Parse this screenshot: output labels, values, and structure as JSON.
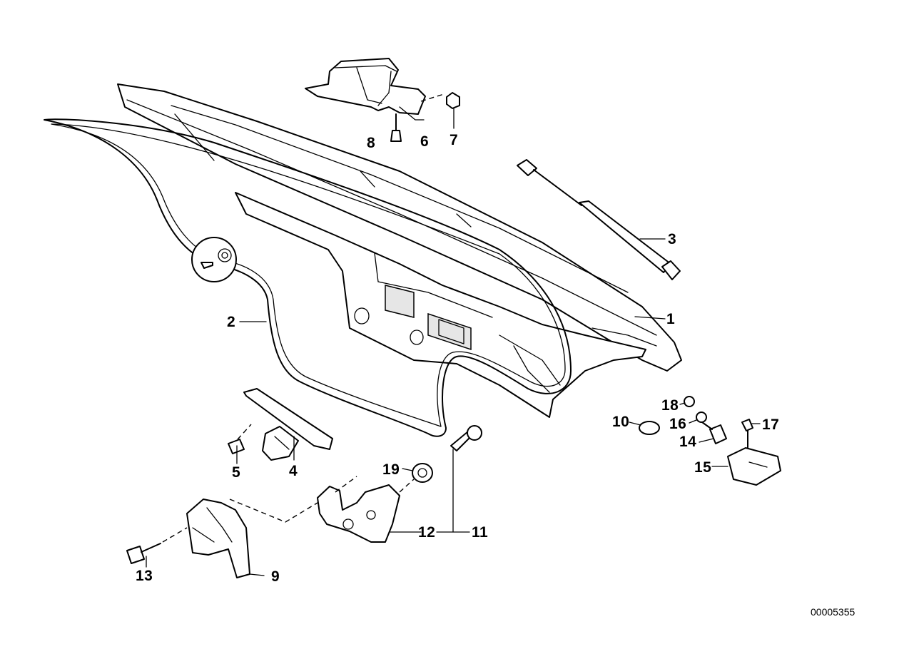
{
  "diagram": {
    "callouts": [
      {
        "id": "c1",
        "text": "1"
      },
      {
        "id": "c2",
        "text": "2"
      },
      {
        "id": "c3",
        "text": "3"
      },
      {
        "id": "c4",
        "text": "4"
      },
      {
        "id": "c5",
        "text": "5"
      },
      {
        "id": "c6",
        "text": "6"
      },
      {
        "id": "c7",
        "text": "7"
      },
      {
        "id": "c8",
        "text": "8"
      },
      {
        "id": "c9",
        "text": "9"
      },
      {
        "id": "c10",
        "text": "10"
      },
      {
        "id": "c11",
        "text": "11"
      },
      {
        "id": "c12",
        "text": "12"
      },
      {
        "id": "c13",
        "text": "13"
      },
      {
        "id": "c14",
        "text": "14"
      },
      {
        "id": "c15",
        "text": "15"
      },
      {
        "id": "c16",
        "text": "16"
      },
      {
        "id": "c17",
        "text": "17"
      },
      {
        "id": "c18",
        "text": "18"
      },
      {
        "id": "c19",
        "text": "19"
      }
    ],
    "document_number": "00005355"
  }
}
